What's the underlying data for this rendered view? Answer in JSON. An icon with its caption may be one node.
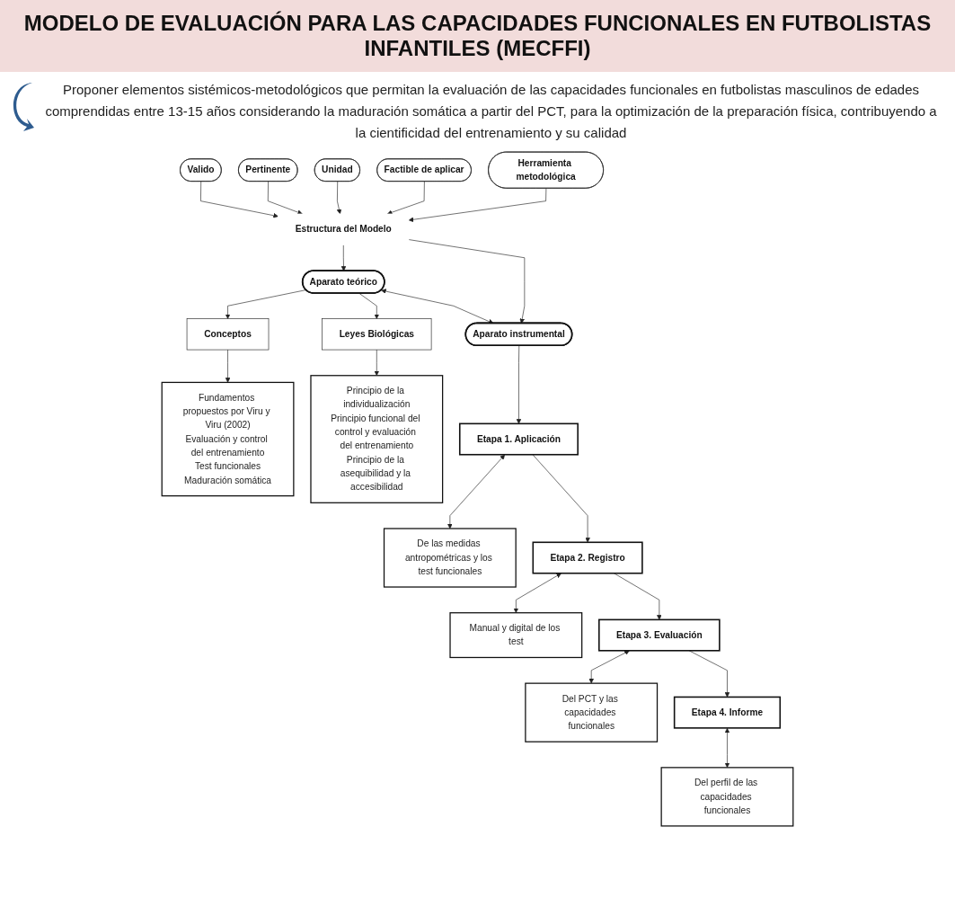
{
  "diagram": {
    "title": "MODELO DE EVALUACIÓN PARA LAS CAPACIDADES FUNCIONALES EN FUTBOLISTAS INFANTILES (MECFFI)",
    "nodes": [
      {
        "text": [
          "Herramienta metodológica"
        ]
      },
      {
        "text": [
          "Factible de aplicar"
        ]
      },
      {
        "text": [
          "Unidad"
        ]
      },
      {
        "text": [
          "Pertinente"
        ]
      },
      {
        "text": [
          "Valido"
        ]
      },
      {
        "text": [
          "Estructura del Modelo"
        ]
      },
      {
        "text": [
          "Aparato teórico"
        ]
      },
      {
        "text": [
          "Aparato instrumental"
        ]
      },
      {
        "text": [
          "Conceptos"
        ]
      },
      {
        "text": [
          "Leyes Biológicas"
        ]
      },
      {
        "text": [
          "Fundamentos propuestos por Viru y Viru (2002)",
          "Evaluación y control del entrenamiento",
          "Test funcionales",
          "Maduración somática"
        ]
      },
      {
        "text": [
          "Principio de la individualización",
          "Principio funcional del control y evaluación del entrenamiento",
          "Principio de la asequibilidad y la accesibilidad"
        ]
      },
      {
        "text": [
          "Etapa 1. Aplicación"
        ]
      },
      {
        "text": [
          "De las medidas antropométricas y los test funcionales"
        ]
      },
      {
        "text": [
          "Etapa 2. Registro"
        ]
      },
      {
        "text": [
          "Manual y digital de los test"
        ]
      },
      {
        "text": [
          "Etapa 3. Evaluación"
        ]
      },
      {
        "text": [
          "Del PCT y las capacidades funcionales"
        ]
      },
      {
        "text": [
          "Etapa 4. Informe"
        ]
      },
      {
        "text": [
          "Del perfil de las capacidades funcionales"
        ]
      }
    ],
    "edges": [
      {
        "from": 0,
        "to": 5,
        "arrow": "to"
      },
      {
        "from": 1,
        "to": 5,
        "arrow": "to"
      },
      {
        "from": 2,
        "to": 5,
        "arrow": "to"
      },
      {
        "from": 3,
        "to": 5,
        "arrow": "to"
      },
      {
        "from": 4,
        "to": 5,
        "arrow": "to"
      },
      {
        "from": 5,
        "to": 6,
        "arrow": "to"
      },
      {
        "from": 5,
        "to": 7,
        "arrow": "to"
      },
      {
        "from": 6,
        "to": 7,
        "arrow": "both"
      },
      {
        "from": 6,
        "to": 8,
        "arrow": "to"
      },
      {
        "from": 6,
        "to": 9,
        "arrow": "to"
      },
      {
        "from": 7,
        "to": 12,
        "arrow": "to"
      },
      {
        "from": 8,
        "to": 10,
        "arrow": "to"
      },
      {
        "from": 9,
        "to": 11,
        "arrow": "to"
      },
      {
        "from": 12,
        "to": 13,
        "arrow": "both"
      },
      {
        "from": 12,
        "to": 14,
        "arrow": "to"
      },
      {
        "from": 14,
        "to": 15,
        "arrow": "both"
      },
      {
        "from": 14,
        "to": 16,
        "arrow": "to"
      },
      {
        "from": 16,
        "to": 17,
        "arrow": "both"
      },
      {
        "from": 16,
        "to": 18,
        "arrow": "to"
      },
      {
        "from": 18,
        "to": 19,
        "arrow": "both"
      }
    ],
    "labels": [
      "Proponer elementos sistémicos-metodológicos que permitan la evaluación de las capacidades funcionales en futbolistas masculinos de edades comprendidas entre 13-15 años considerando la maduración somática a partir del PCT, para la optimización de la preparación física, contribuyendo a la cientificidad del entrenamiento y su calidad"
    ]
  }
}
